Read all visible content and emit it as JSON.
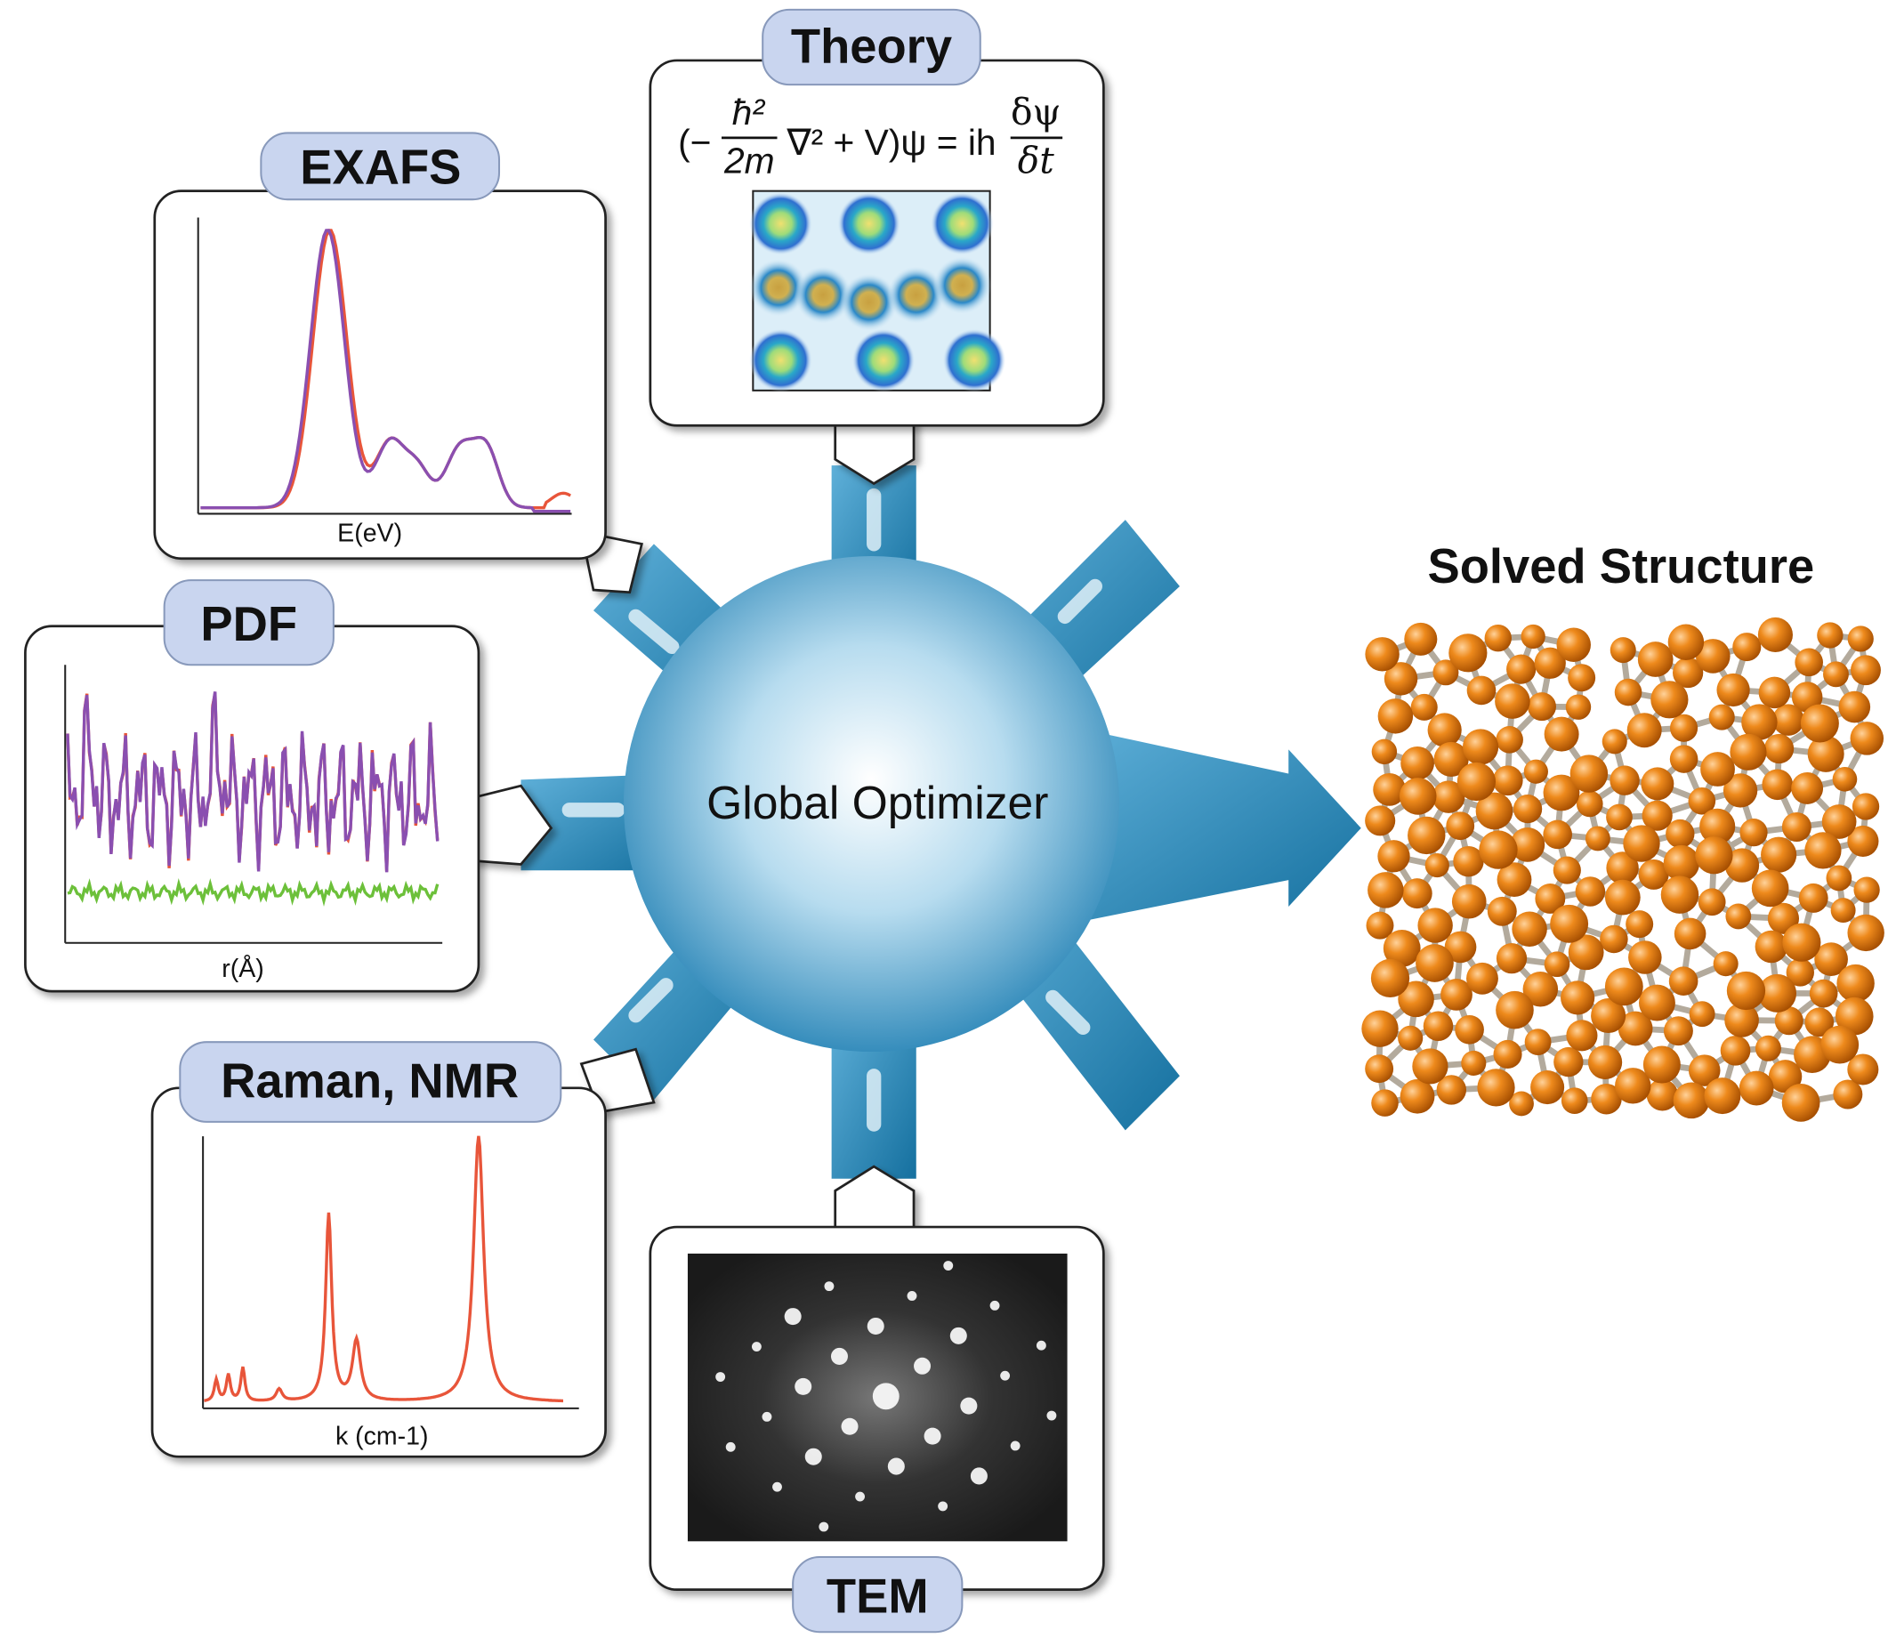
{
  "optimizer": {
    "label": "Global Optimizer"
  },
  "panels": {
    "exafs": {
      "label": "EXAFS",
      "xlabel": "E(eV)"
    },
    "pdf": {
      "label": "PDF",
      "xlabel": "r(Å)"
    },
    "raman": {
      "label": "Raman, NMR",
      "xlabel": "k (cm-1)"
    },
    "theory": {
      "label": "Theory",
      "equation": {
        "open": "(−",
        "num1": "ħ²",
        "den1": "2m",
        "mid": "∇² + V)ψ = ih",
        "num2": "δψ",
        "den2": "δt"
      }
    },
    "tem": {
      "label": "TEM"
    }
  },
  "result": {
    "title": "Solved Structure"
  },
  "colors": {
    "pill": "#c9d5ef",
    "spike": "#1f7fb3",
    "atom": "#ee8a1c",
    "bond": "#b3aa9c",
    "fit": "#8a4fb0",
    "data": "#e8553a",
    "diff": "#6cc03a"
  }
}
